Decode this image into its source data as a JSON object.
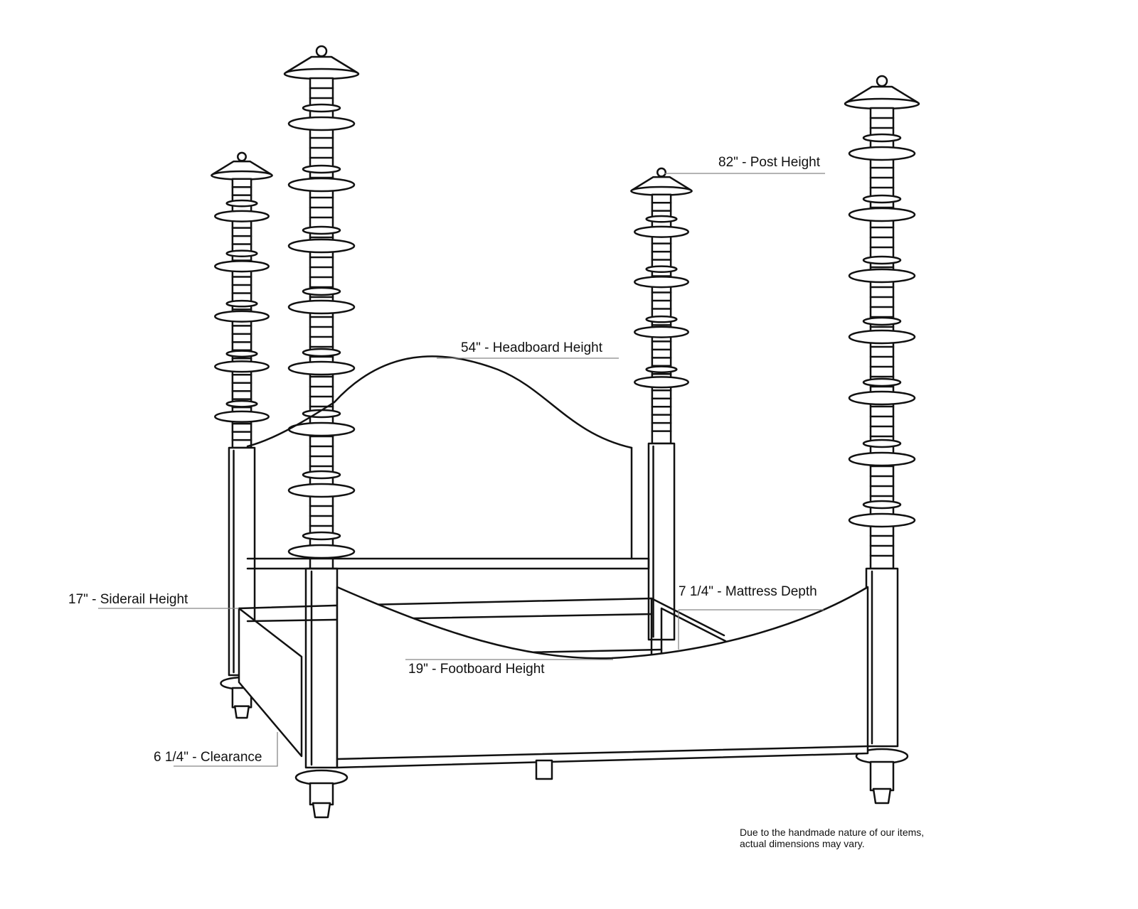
{
  "diagram": {
    "subject": "four-poster bed line drawing",
    "line_color": "#111111",
    "leader_color": "#888888",
    "background": "#ffffff"
  },
  "dimensions": {
    "post_height": "82\" - Post Height",
    "headboard_height": "54\" - Headboard Height",
    "siderail_height": "17\" - Siderail Height",
    "mattress_depth": "7 1/4\" - Mattress Depth",
    "footboard_height": "19\" - Footboard Height",
    "clearance": "6 1/4\" - Clearance"
  },
  "disclaimer": {
    "line1": "Due to the handmade nature of our items,",
    "line2": "actual dimensions may vary."
  }
}
